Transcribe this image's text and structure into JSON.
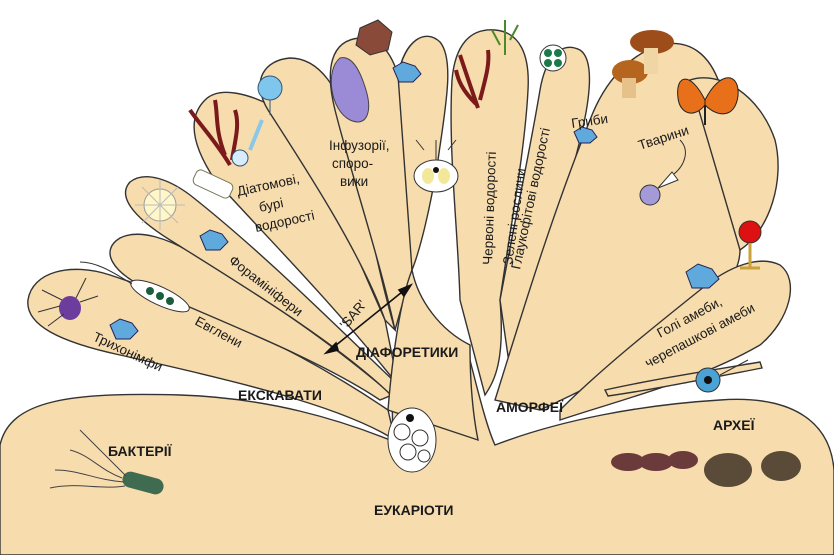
{
  "groups": {
    "bacteria": "БАКТЕРІЇ",
    "archaea": "АРХЕЇ",
    "eukaryotes": "ЕУКАРІОТИ",
    "excavates": "ЕКСКАВАТИ",
    "diaphoretics": "ДІАФОРЕТИКИ",
    "amorphea": "АМОРФЕЇ",
    "sar": "'SAR'"
  },
  "branches": {
    "trichonymphs": "Трихонімфи",
    "euglenas": "Евглени",
    "foraminifera": "Форамініфери",
    "diatoms": [
      "Діатомові,",
      "бурі",
      "водорості"
    ],
    "infusoria": [
      "Інфузорії,",
      "споро-",
      "вики"
    ],
    "red_algae": "Червоні водорості",
    "green_plants": "Зелені рослини",
    "glaucophytes": "Глаукофітові водорості",
    "fungi": "Гриби",
    "animals": "Тварини",
    "amoebae": [
      "Голі амеби,",
      "черепашкові амеби"
    ]
  },
  "colors": {
    "branch_fill": "#f7dcae",
    "outline": "#333333",
    "archaea_cell": "#6b3a3a",
    "archaea_cell_2": "#5a4a38",
    "bacteria_cell": "#3f6b50"
  }
}
